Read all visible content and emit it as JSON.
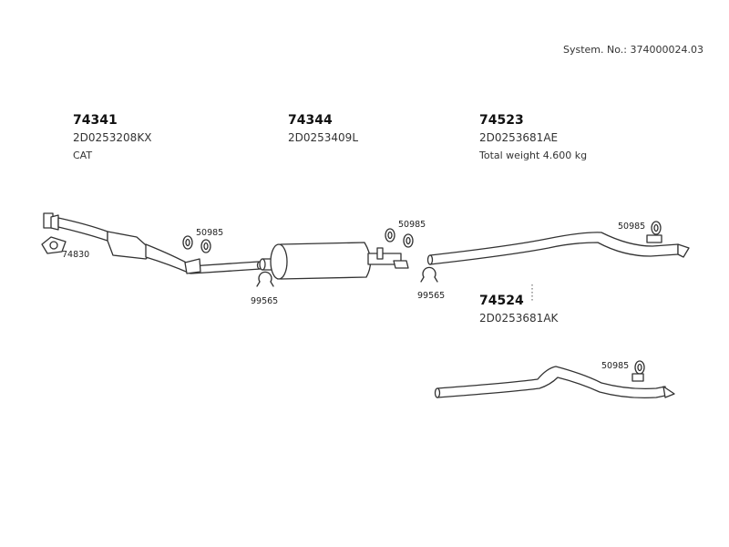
{
  "header": {
    "system_number": "System. No.: 374000024.03"
  },
  "parts": [
    {
      "number": "74341",
      "code": "2D0253208KX",
      "note": "CAT"
    },
    {
      "number": "74344",
      "code": "2D0253409L",
      "note": ""
    },
    {
      "number": "74523",
      "code": "2D0253681AE",
      "note": "Total weight 4.600 kg"
    },
    {
      "number": "74524",
      "code": "2D0253681AK",
      "note": ""
    }
  ],
  "callouts": {
    "gasket": "74830",
    "hanger_front": "50985",
    "clamp_front": "99565",
    "hanger_mid": "50985",
    "clamp_mid": "99565",
    "hanger_rear": "50985",
    "hanger_alt": "50985"
  }
}
